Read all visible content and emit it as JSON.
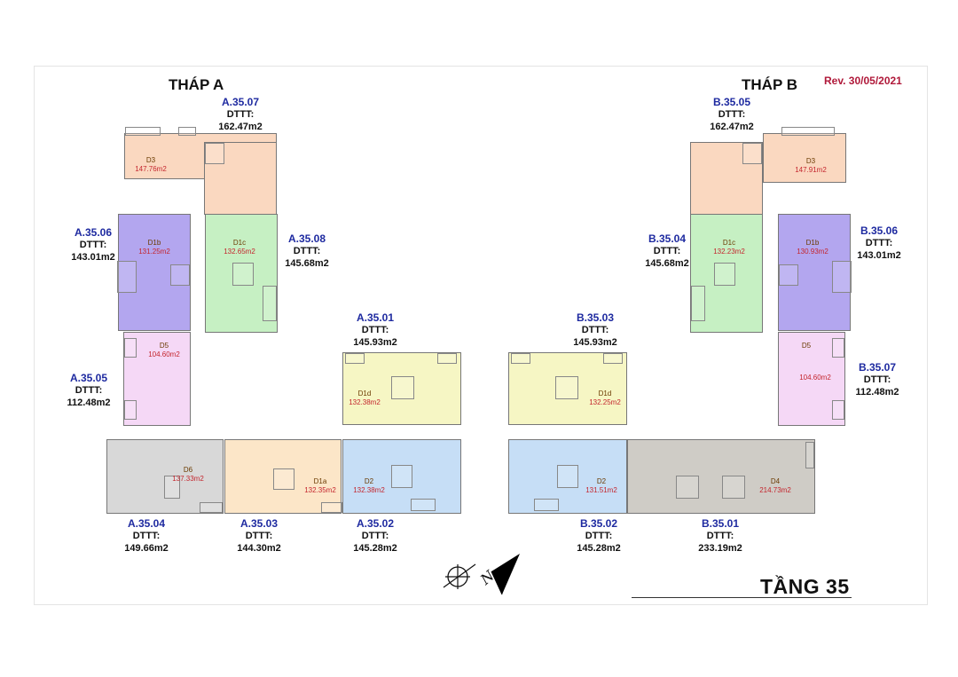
{
  "towers": {
    "a": {
      "title": "THÁP A"
    },
    "b": {
      "title": "THÁP B"
    }
  },
  "revision": "Rev. 30/05/2021",
  "floor_title": "TẦNG 35",
  "dtt_label": "DTTT:",
  "colors": {
    "D1": "#fce6c8",
    "D1a": "#fce6c8",
    "D1b": "#b3a6ef",
    "D1c": "#c6f0c3",
    "D1d": "#f6f6c4",
    "D2": "#c6def6",
    "D3": "#fad8c0",
    "D4": "#cfccc6",
    "D5": "#f5d8f6",
    "D6": "#d8d8d8",
    "unit_code": "#1e2aa0",
    "area_text": "#c4262e",
    "rev_text": "#b0193a"
  },
  "units": {
    "a3507": {
      "code": "A.35.07",
      "area": "162.47m2",
      "type": "D3",
      "type_area": "147.76m2"
    },
    "a3506": {
      "code": "A.35.06",
      "area": "143.01m2",
      "type": "D1b",
      "type_area": "131.25m2"
    },
    "a3508": {
      "code": "A.35.08",
      "area": "145.68m2",
      "type": "D1c",
      "type_area": "132.65m2"
    },
    "a3505": {
      "code": "A.35.05",
      "area": "112.48m2",
      "type": "D5",
      "type_area": "104.60m2"
    },
    "a3501": {
      "code": "A.35.01",
      "area": "145.93m2",
      "type": "D1d",
      "type_area": "132.38m2"
    },
    "a3504": {
      "code": "A.35.04",
      "area": "149.66m2",
      "type": "D6",
      "type_area": "137.33m2"
    },
    "a3503": {
      "code": "A.35.03",
      "area": "144.30m2",
      "type": "D1a",
      "type_area": "132.35m2"
    },
    "a3502": {
      "code": "A.35.02",
      "area": "145.28m2",
      "type": "D2",
      "type_area": "132.38m2"
    },
    "b3505": {
      "code": "B.35.05",
      "area": "162.47m2",
      "type": "D3",
      "type_area": "147.91m2"
    },
    "b3504": {
      "code": "B.35.04",
      "area": "145.68m2",
      "type": "D1c",
      "type_area": "132.23m2"
    },
    "b3506": {
      "code": "B.35.06",
      "area": "143.01m2",
      "type": "D1b",
      "type_area": "130.93m2"
    },
    "b3507": {
      "code": "B.35.07",
      "area": "112.48m2",
      "type": "D5",
      "type_area": "104.60m2"
    },
    "b3503": {
      "code": "B.35.03",
      "area": "145.93m2",
      "type": "D1d",
      "type_area": "132.25m2"
    },
    "b3502": {
      "code": "B.35.02",
      "area": "145.28m2",
      "type": "D2",
      "type_area": "131.51m2"
    },
    "b3501": {
      "code": "B.35.01",
      "area": "233.19m2",
      "type": "D4",
      "type_area": "214.73m2"
    }
  },
  "compass": {
    "icon": "north-arrow-icon",
    "letter": "N"
  }
}
